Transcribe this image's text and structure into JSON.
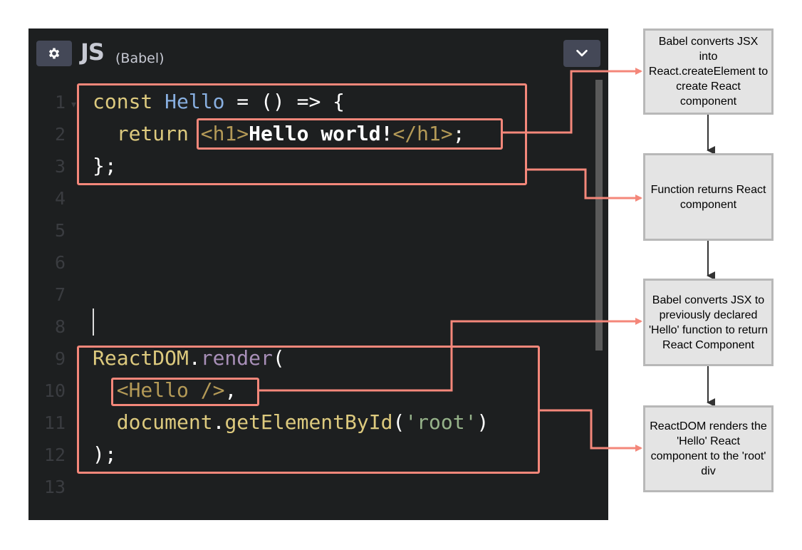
{
  "editor": {
    "language": "JS",
    "preprocessor": "(Babel)",
    "line_numbers": [
      "1",
      "2",
      "3",
      "4",
      "5",
      "6",
      "7",
      "8",
      "9",
      "10",
      "11",
      "12",
      "13"
    ],
    "code": {
      "l1": {
        "kw": "const",
        "name": "Hello",
        "rest": " = () => {"
      },
      "l2": {
        "kw": "return",
        "open_tag": "<h1>",
        "text": "Hello world!",
        "close_tag": "</h1>",
        "end": ";"
      },
      "l3": {
        "text": "};"
      },
      "l9": {
        "obj": "ReactDOM",
        "dot": ".",
        "method": "render",
        "paren": "("
      },
      "l10": {
        "tag": "<Hello />",
        "comma": ","
      },
      "l11": {
        "obj": "document",
        "dot": ".",
        "method": "getElementById",
        "open": "(",
        "str": "'root'",
        "close": ")"
      },
      "l12": {
        "text": ");"
      }
    }
  },
  "flow": {
    "nodes": [
      {
        "id": "babel-jsx",
        "text": "Babel converts JSX into React.createElement to create React component"
      },
      {
        "id": "function-returns",
        "text": "Function returns React component"
      },
      {
        "id": "babel-hello",
        "text": "Babel converts JSX to previously declared 'Hello' function to return React Component"
      },
      {
        "id": "reactdom-renders",
        "text": "ReactDOM renders the 'Hello' React component to the 'root' div"
      }
    ]
  },
  "colors": {
    "highlight": "#f4877a",
    "node_fill": "#e4e4e4",
    "node_border": "#b8b8b8",
    "editor_bg": "#1d1f20"
  }
}
